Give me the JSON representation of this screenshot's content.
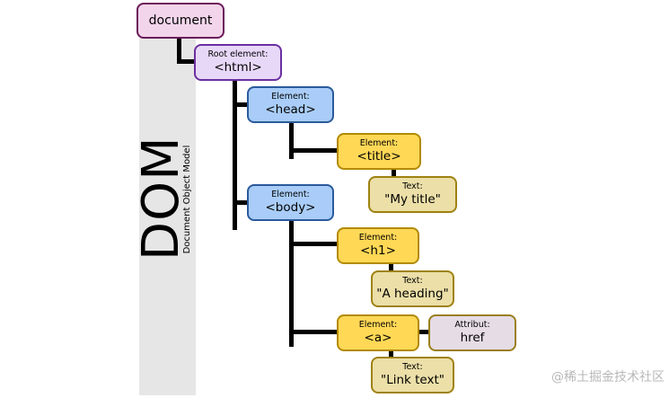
{
  "diagram": {
    "title": "DOM",
    "subtitle": "Document Object Model",
    "nodes": {
      "document": {
        "label": "document"
      },
      "html": {
        "caption": "Root element:",
        "label": "<html>"
      },
      "head": {
        "caption": "Element:",
        "label": "<head>"
      },
      "title": {
        "caption": "Element:",
        "label": "<title>"
      },
      "title_text": {
        "caption": "Text:",
        "label": "\"My title\""
      },
      "body": {
        "caption": "Element:",
        "label": "<body>"
      },
      "h1": {
        "caption": "Element:",
        "label": "<h1>"
      },
      "h1_text": {
        "caption": "Text:",
        "label": "\"A heading\""
      },
      "a": {
        "caption": "Element:",
        "label": "<a>"
      },
      "a_attr": {
        "caption": "Attribut:",
        "label": "href"
      },
      "a_text": {
        "caption": "Text:",
        "label": "\"Link text\""
      }
    },
    "colors": {
      "document": "#f2d5ea",
      "root_element": "#e8d8f8",
      "element_blue": "#a9cdf8",
      "element_yellow": "#ffd856",
      "text_node": "#ecdfa8",
      "attribute": "#e6dce6",
      "connector": "#000000"
    }
  },
  "watermark": "@稀土掘金技术社区"
}
